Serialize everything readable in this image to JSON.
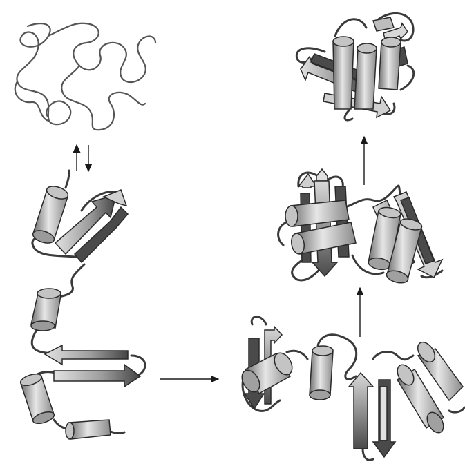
{
  "figure": {
    "description_free": true,
    "colors": {
      "background": "#ffffff",
      "outline": "#2a2a2a",
      "coil": "#3a3a3a",
      "random_coil": "#555555",
      "helix_light": "#d8d8d8",
      "helix_mid": "#a9a9a9",
      "helix_dark": "#6d6d6d",
      "strand_light": "#cfcfcf",
      "strand_dark": "#4a4a4a",
      "arrow": "#1a1a1a"
    },
    "stages": [
      {
        "id": "unfolded"
      },
      {
        "id": "secondary-elements"
      },
      {
        "id": "molten-globule"
      },
      {
        "id": "domain-pairing"
      },
      {
        "id": "native-fold"
      }
    ],
    "transitions": [
      {
        "from": "unfolded",
        "to": "secondary-elements",
        "direction": "reversible"
      },
      {
        "from": "secondary-elements",
        "to": "molten-globule",
        "direction": "forward"
      },
      {
        "from": "molten-globule",
        "to": "domain-pairing",
        "direction": "forward"
      },
      {
        "from": "domain-pairing",
        "to": "native-fold",
        "direction": "forward"
      }
    ]
  }
}
